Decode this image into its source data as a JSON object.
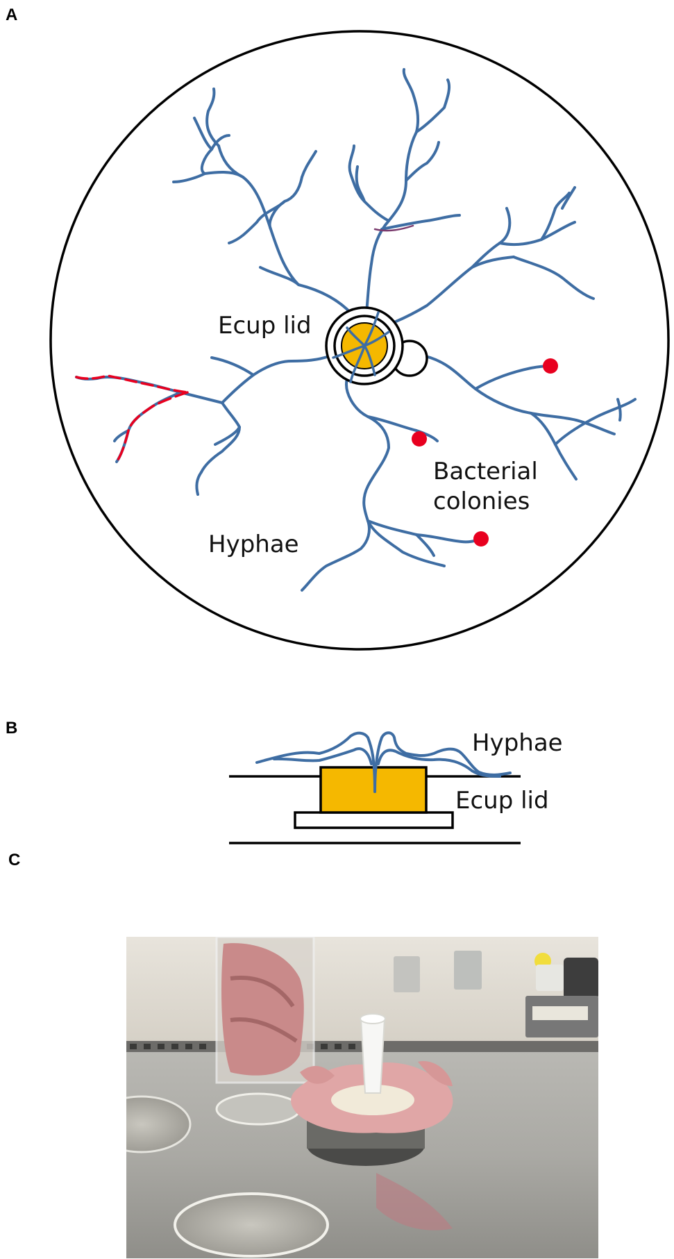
{
  "panels": {
    "a": {
      "letter": "A",
      "ecup_label": "Ecup lid",
      "bacteria_label_line1": "Bacterial",
      "bacteria_label_line2": "colonies",
      "hyphae_label": "Hyphae"
    },
    "b": {
      "letter": "B",
      "hyphae_label": "Hyphae",
      "ecup_label": "Ecup lid"
    },
    "c": {
      "letter": "C",
      "photo_content": "Laboratory photo: glass beaker with pink cloth, petri dishes, and an Ecup lid wrapped in pink cloth with a white cone on a steel bench"
    }
  },
  "colors": {
    "hyphae": "#3e6da3",
    "ecup_fill": "#f5b800",
    "bacteria": "#e8001f",
    "outline": "#000000"
  }
}
